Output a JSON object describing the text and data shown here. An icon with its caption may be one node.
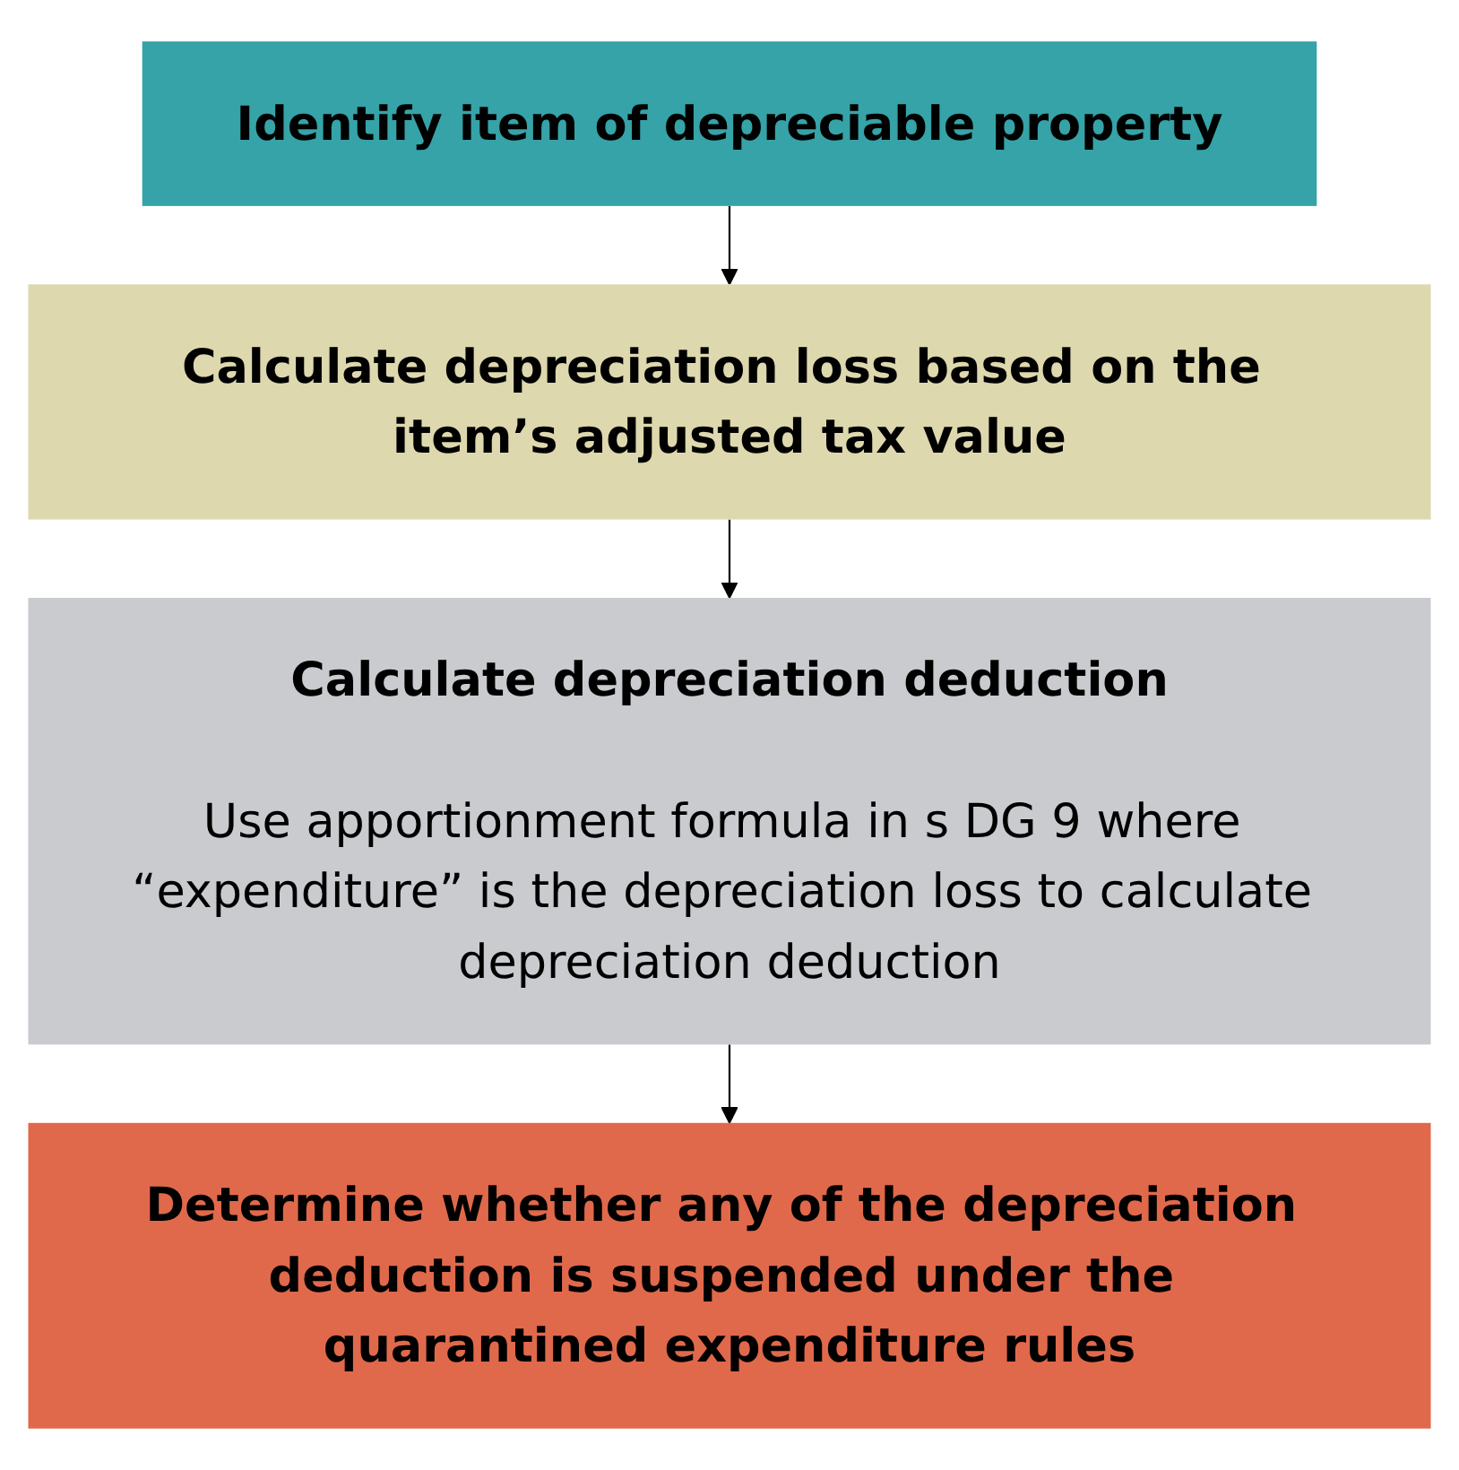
{
  "diagram": {
    "nodes": [
      {
        "text": [
          "Identify item of depreciable property"
        ]
      },
      {
        "text": [
          "Calculate depreciation loss based on the item’s adjusted tax value"
        ]
      },
      {
        "text": [
          "Calculate depreciation deduction",
          "Use apportionment formula in s DG 9 where “expenditure” is the depreciation loss to calculate depreciation deduction"
        ]
      },
      {
        "text": [
          "Determine whether any of the depreciation deduction is suspended under the quarantined expenditure rules"
        ]
      }
    ],
    "edges": [
      {
        "from": 0,
        "to": 1,
        "arrow": "to"
      },
      {
        "from": 1,
        "to": 2,
        "arrow": "to"
      },
      {
        "from": 2,
        "to": 3,
        "arrow": "to"
      }
    ]
  }
}
